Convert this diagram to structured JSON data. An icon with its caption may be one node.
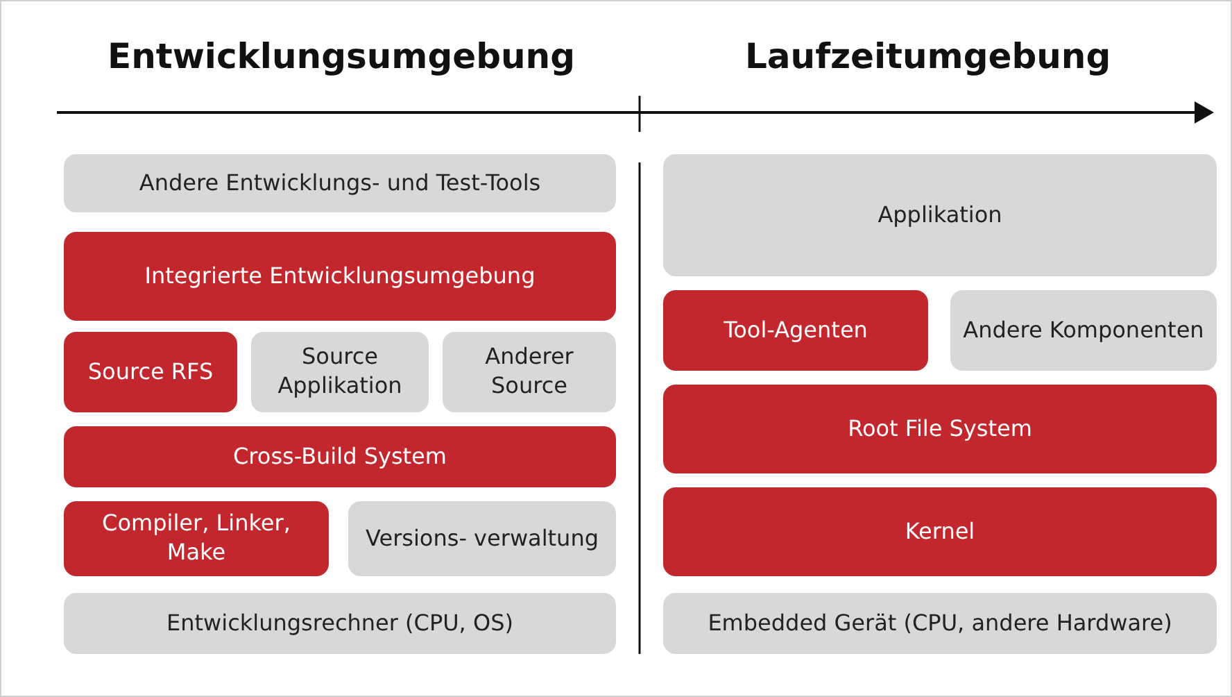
{
  "diagram": {
    "nodes": [
      {
        "text": [
          "Andere Entwicklungs- und Test-Tools"
        ]
      },
      {
        "text": [
          "Integrierte Entwicklungsumgebung"
        ]
      },
      {
        "text": [
          "Source RFS"
        ]
      },
      {
        "text": [
          "Source Applikation"
        ]
      },
      {
        "text": [
          "Anderer Source"
        ]
      },
      {
        "text": [
          "Cross-Build System"
        ]
      },
      {
        "text": [
          "Compiler, Linker, Make"
        ]
      },
      {
        "text": [
          "Versions- verwaltung"
        ]
      },
      {
        "text": [
          "Entwicklungsrechner (CPU, OS)"
        ]
      },
      {
        "text": [
          "Applikation"
        ]
      },
      {
        "text": [
          "Tool-Agenten"
        ]
      },
      {
        "text": [
          "Andere Komponenten"
        ]
      },
      {
        "text": [
          "Root File System"
        ]
      },
      {
        "text": [
          "Kernel"
        ]
      },
      {
        "text": [
          "Embedded Gerät (CPU, andere Hardware)"
        ]
      }
    ],
    "labels": [
      "Entwicklungsumgebung",
      "Laufzeitumgebung"
    ]
  }
}
